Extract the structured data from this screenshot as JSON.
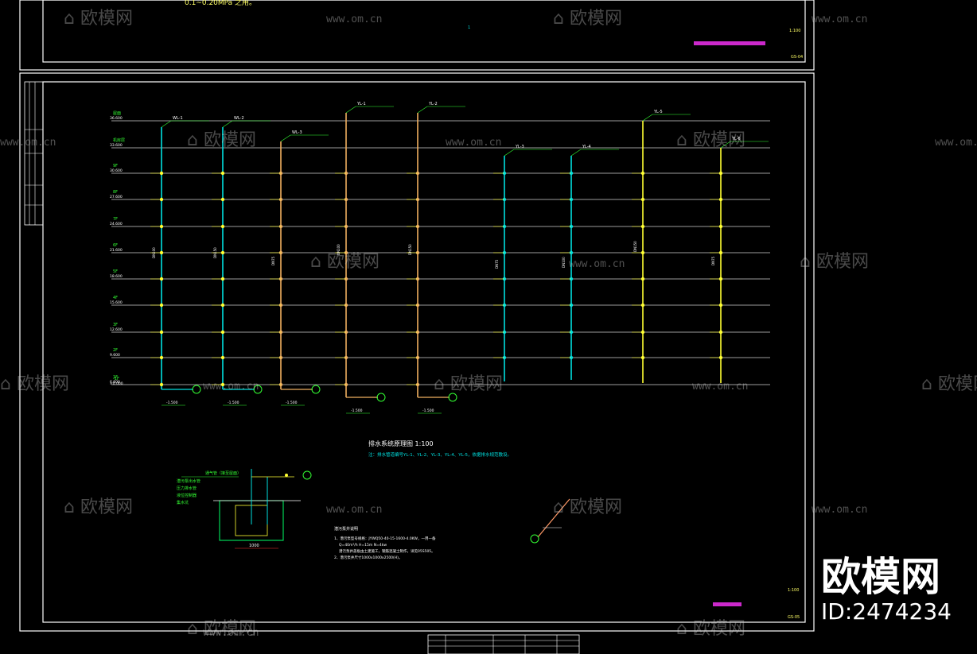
{
  "top_note": "0.1~0.20MPa 之用。",
  "top_drawing_no": "GS-04",
  "main_drawing_no": "GS-05",
  "scale_top": "1:100",
  "scale_main": "1:100",
  "system_title": "排水系统原理图 1:100",
  "system_note": "注：排水管道编号YL-1、YL-2、YL-3、YL-4、YL-5，依据排水规范敷设。",
  "pit_notes_title": "潜污泵井说明",
  "pit_notes": [
    "1、潜污泵型号规格：JYWQ50-40-15-1600-4.0KW，一用一备",
    "Q=40m³/h  H=15m  N=4kw",
    "潜污泵井盖板由土建施工，钢筋混凝土制作，详见05S505。",
    "2、潜污泵井尺寸1000x1000x2500(H)。"
  ],
  "pit_labels": [
    "通气管（接至屋面）",
    "潜污泵出水管",
    "压力排水管",
    "液位控制器",
    "集水坑"
  ],
  "pit_dim": "1000",
  "riser_labels": [
    "WL-1",
    "WL-2",
    "WL-3",
    "YL-1",
    "YL-2",
    "YL-3",
    "YL-4",
    "YL-5",
    "YL-6"
  ],
  "pipe_dn": [
    "DN100",
    "DN150",
    "DN75"
  ],
  "floor_labels": [
    "屋面",
    "机房层",
    "9F",
    "8F",
    "7F",
    "6F",
    "5F",
    "4F",
    "3F",
    "2F",
    "1F",
    "-1F"
  ],
  "floor_elevations": [
    "36.600",
    "33.600",
    "30.600",
    "27.600",
    "24.600",
    "21.600",
    "18.600",
    "15.600",
    "12.600",
    "9.600",
    "6.600",
    "±0.000"
  ],
  "outlet_elevation": "-1.500",
  "watermark_brand": "欧模网",
  "watermark_url": "www.om.cn",
  "brand_big": "欧模网",
  "brand_id": "ID:2474234",
  "colors": {
    "frame": "#ffffff",
    "floor_line": "#cfcfcf",
    "riser_cyan": "#00e0e0",
    "riser_orange": "#f0b060",
    "riser_yellow": "#ffff33",
    "leader_green": "#33ff33",
    "label_magenta": "#ff33ff",
    "pit_green": "#00ff66"
  }
}
